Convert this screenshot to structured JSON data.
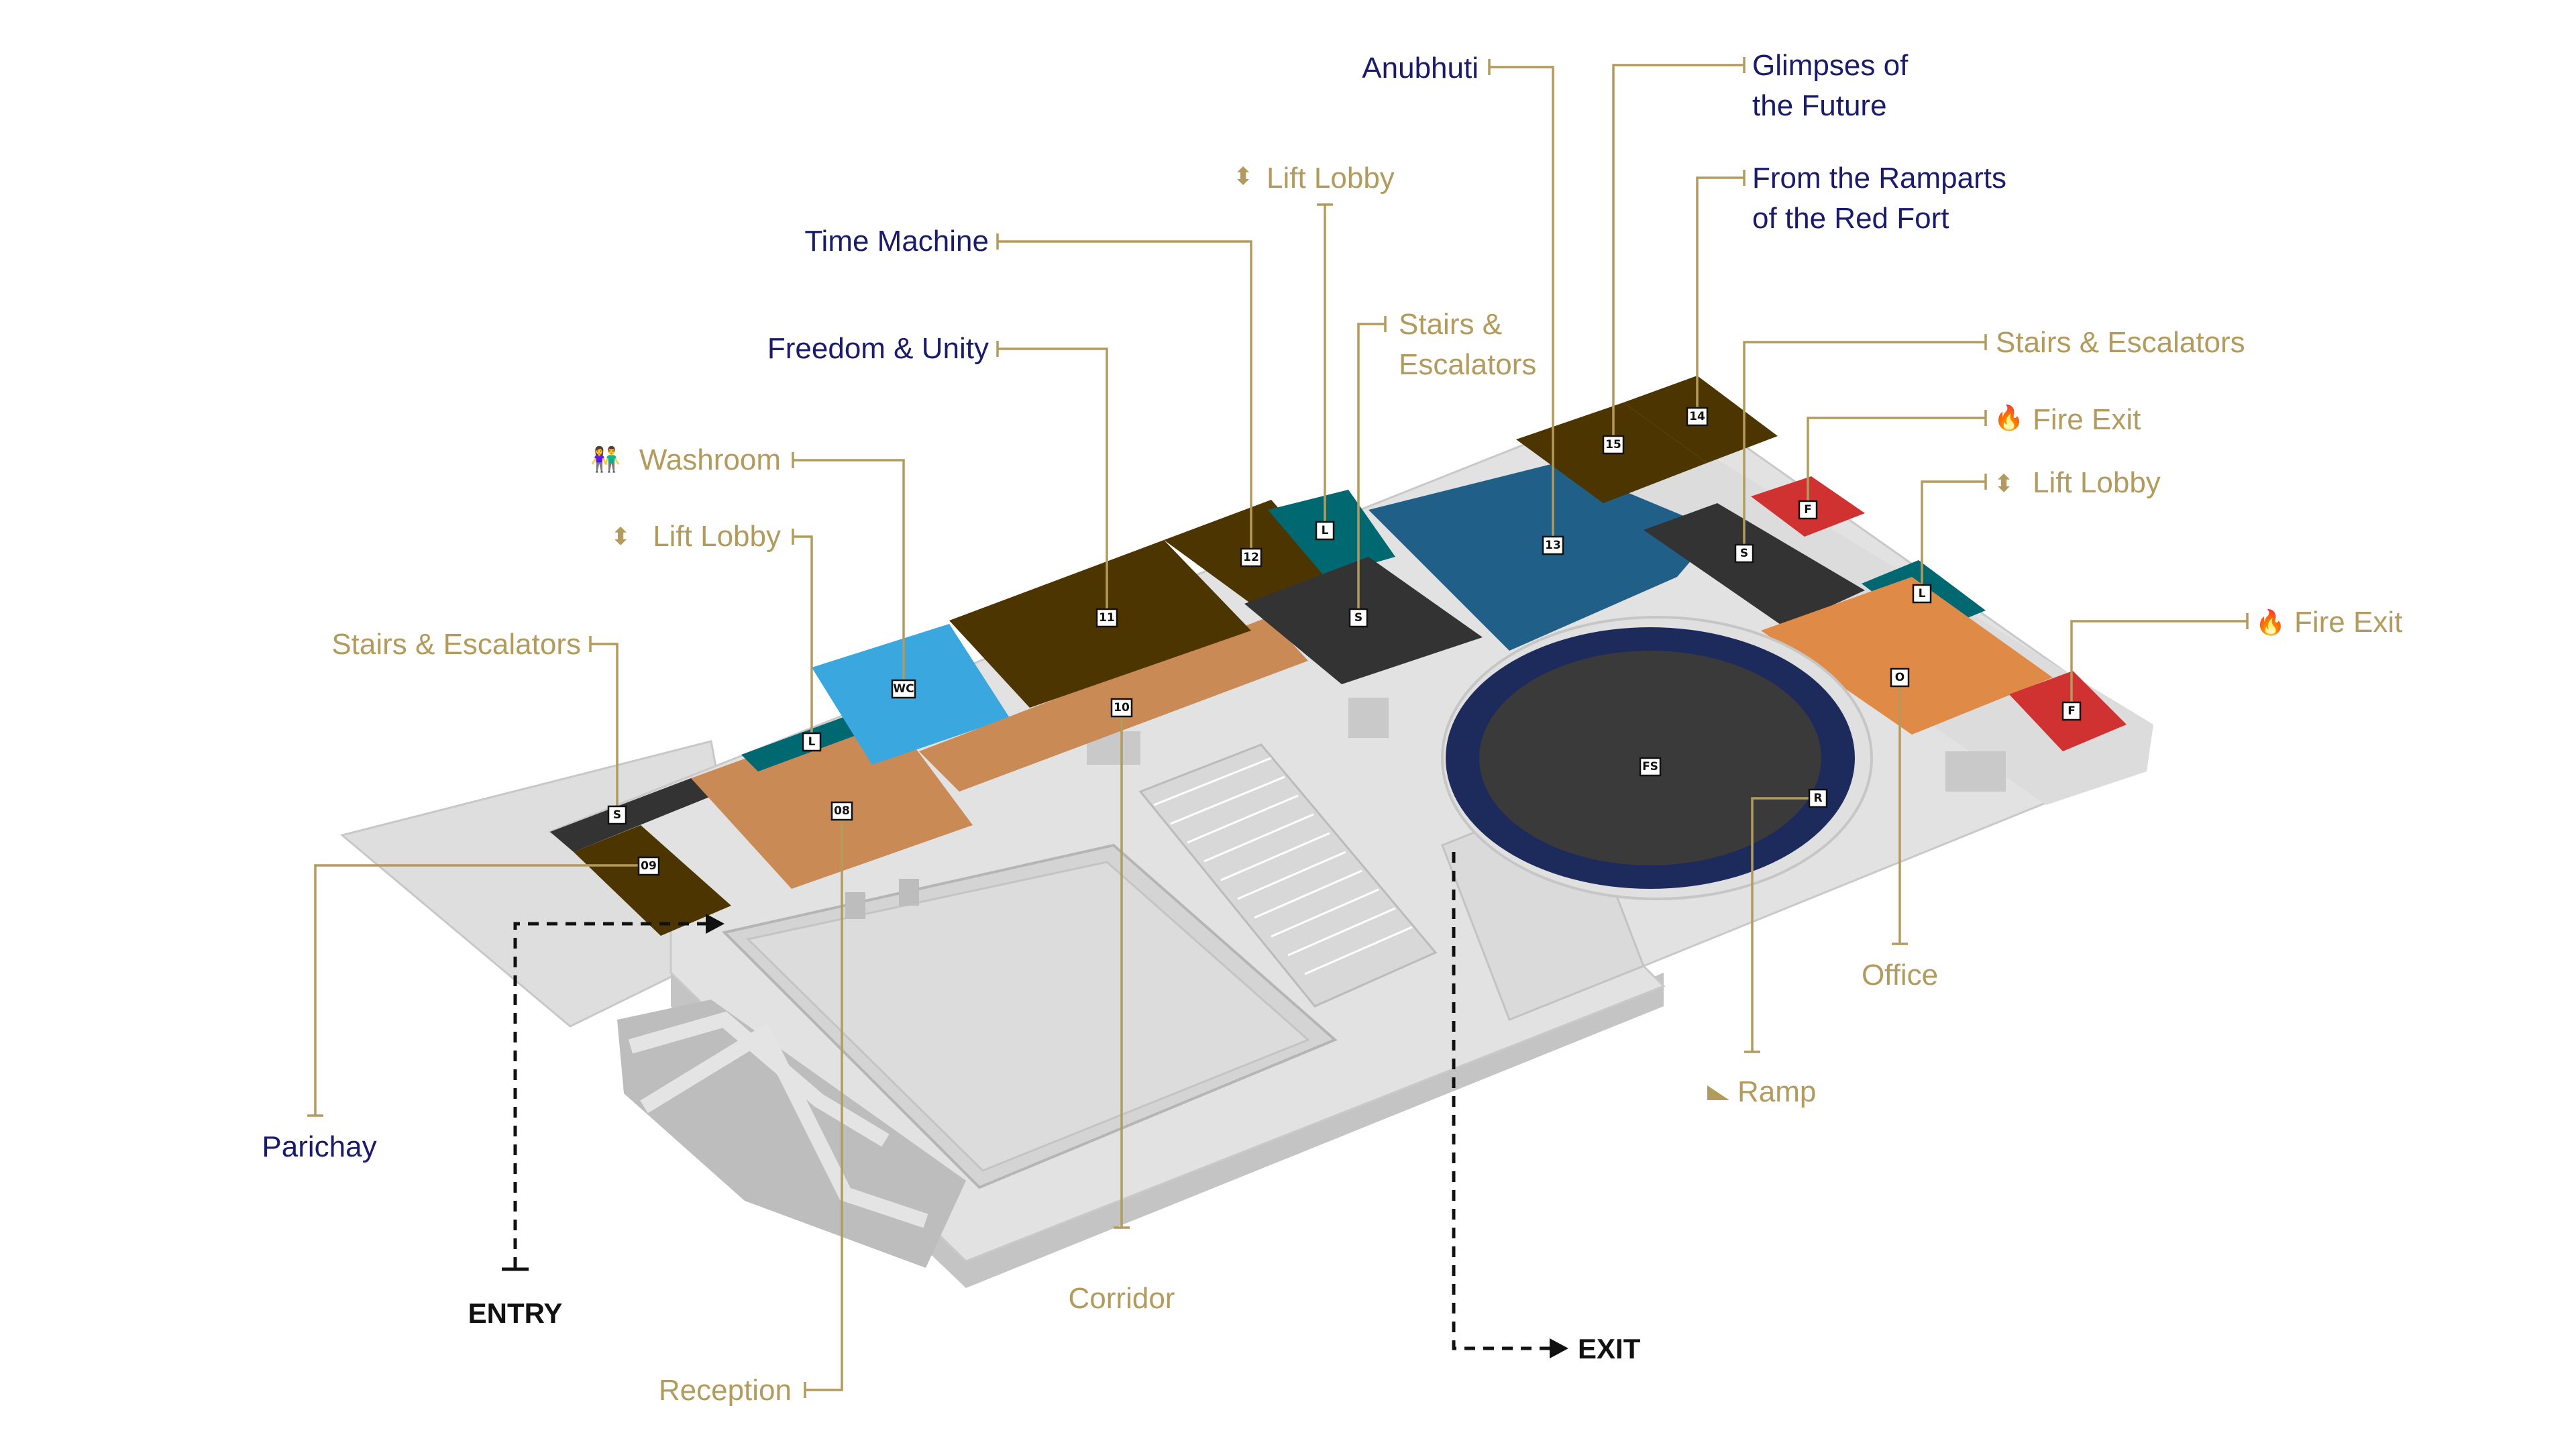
{
  "exhibits": {
    "anubhuti": "Anubhuti",
    "glimpses_line1": "Glimpses of",
    "glimpses_line2": "the Future",
    "ramparts_line1": "From the Ramparts",
    "ramparts_line2": "of the Red Fort",
    "time_machine": "Time Machine",
    "freedom_unity": "Freedom & Unity",
    "parichay": "Parichay"
  },
  "facilities": {
    "lift_lobby_top": "Lift Lobby",
    "stairs_center_line1": "Stairs &",
    "stairs_center_line2": "Escalators",
    "stairs_right": "Stairs & Escalators",
    "fire_exit_right_top": "Fire Exit",
    "lift_lobby_right": "Lift Lobby",
    "fire_exit_far_right": "Fire Exit",
    "washroom": "Washroom",
    "lift_lobby_left": "Lift Lobby",
    "stairs_left": "Stairs & Escalators",
    "office": "Office",
    "ramp": "Ramp",
    "corridor": "Corridor",
    "reception": "Reception"
  },
  "flow": {
    "entry": "ENTRY",
    "exit": "EXIT"
  },
  "room_codes": {
    "c09": "09",
    "c08": "08",
    "cS_left": "S",
    "cL_left": "L",
    "cWC": "WC",
    "c10": "10",
    "c11": "11",
    "c12": "12",
    "cL_top": "L",
    "cS_center": "S",
    "c13": "13",
    "c15": "15",
    "c14": "14",
    "cS_right": "S",
    "cF_top": "F",
    "cL_right": "L",
    "cO": "O",
    "cF_right": "F",
    "cFS": "FS",
    "cR": "R"
  },
  "icons": {
    "washroom": "washroom-icon",
    "lift": "lift-arrows-icon",
    "fire": "fire-icon",
    "ramp": "ramp-icon"
  },
  "colors": {
    "exhibit_label": "#1b1b6b",
    "facility_label": "#b29b5c",
    "gallery_brown": "#4d3500",
    "corridor_orange": "#c98a56",
    "office_orange": "#e08a47",
    "lift_teal": "#006870",
    "washroom_blue": "#3ba7df",
    "stairs_dark": "#333333",
    "anubhuti_blue": "#1f5f88",
    "fire_red": "#d03232",
    "dome_navy": "#1d2b5c",
    "building_grey": "#d6d6d6"
  }
}
